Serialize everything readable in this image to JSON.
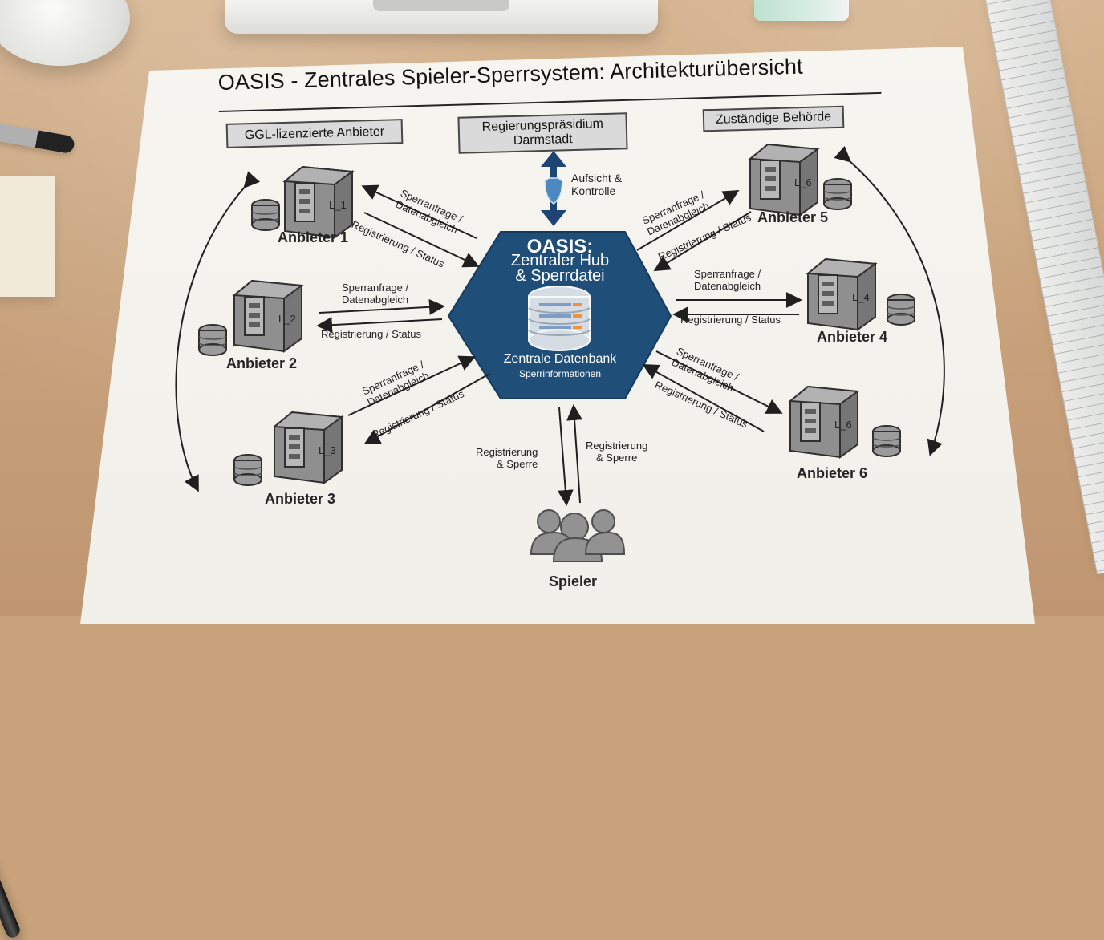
{
  "title": "OASIS - Zentrales Spieler-Sperrsystem: Architekturübersicht",
  "headers": {
    "licensed": "GGL-lizenzierte Anbieter",
    "rp": "Regierungspräsidium\nDarmstadt",
    "authority": "Zuständige Behörde"
  },
  "oversight": "Aufsicht &\nKontrolle",
  "hub": {
    "title": "OASIS:",
    "subtitle1": "Zentraler Hub",
    "subtitle2": "& Sperrdatei",
    "db_title": "Zentrale Datenbank",
    "db_subtitle": "Sperrinformationen"
  },
  "providers": [
    {
      "id": "L_1",
      "label": "Anbieter 1"
    },
    {
      "id": "L_2",
      "label": "Anbieter 2"
    },
    {
      "id": "L_3",
      "label": "Anbieter 3"
    },
    {
      "id": "L_4",
      "label": "Anbieter 4"
    },
    {
      "id": "L_6",
      "label": "Anbieter 5"
    },
    {
      "id": "L_6",
      "label": "Anbieter 6"
    }
  ],
  "flow_labels": {
    "a1_top": "Sperranfrage /\nDatenabgleich",
    "a1_bottom": "Registrierung / Status",
    "a2_top": "Sperranfrage /\nDatenabgleich",
    "a2_bottom": "Registrierung / Status",
    "a3_top": "Sperranfrage /\nDatenabgleich",
    "a3_bottom": "Registrierung / Status",
    "a4_top": "Sperranfrage /\nDatenabgleich",
    "a4_bottom": "Registrierung / Status",
    "a5_top": "Sperranfrage /\nDatenabgleich",
    "a5_bottom": "Registrierung / Status",
    "a6_top": "Sperranfrage /\nDatenabgleich",
    "a6_bottom": "Registrierung / Status",
    "players_left": "Registrierung\n& Sperre",
    "players_right": "Registrierung\n& Sperre"
  },
  "players_label": "Spieler",
  "colors": {
    "hub": "#1f4e79",
    "line": "#1f1f1f",
    "box_fill": "#dadada",
    "device_fill": "#8f8f8f",
    "device_dark": "#6f6f6f",
    "arrow_blue": "#1d4472"
  }
}
